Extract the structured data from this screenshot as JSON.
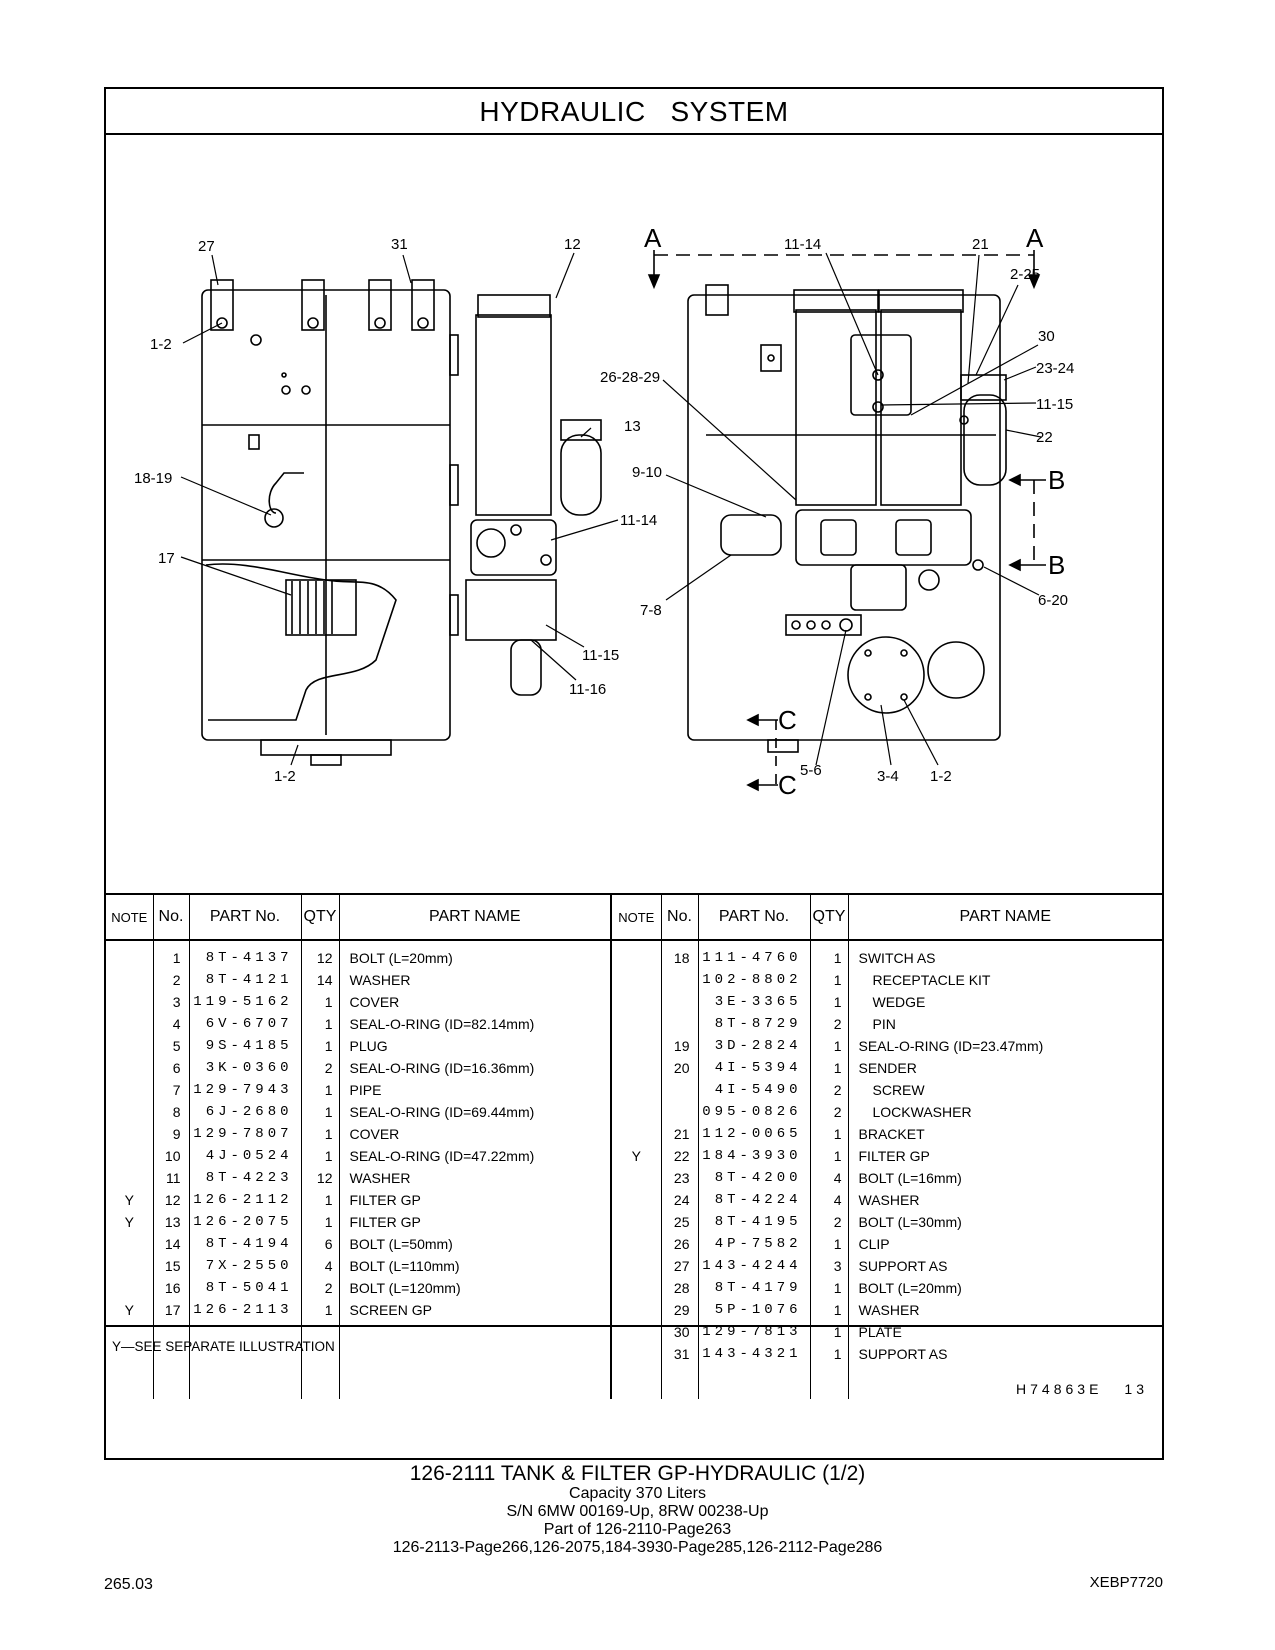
{
  "title": "HYDRAULIC   SYSTEM",
  "illustration": {
    "callouts": [
      "27",
      "31",
      "12",
      "1-2",
      "13",
      "18-19",
      "11-14",
      "17",
      "11-15",
      "11-16",
      "1-2",
      "11-14",
      "21",
      "2-25",
      "30",
      "23-24",
      "11-15",
      "26-28-29",
      "22",
      "9-10",
      "6-20",
      "7-8",
      "5-6",
      "3-4",
      "1-2"
    ],
    "section_letters": [
      "A",
      "A",
      "B",
      "B",
      "C",
      "C"
    ]
  },
  "table": {
    "headers": {
      "note": "NOTE",
      "no": "No.",
      "part_no": "PART No.",
      "qty": "QTY",
      "part_name": "PART NAME"
    },
    "left": [
      {
        "note": "",
        "no": "1",
        "part_no": "8T-4137",
        "qty": "12",
        "name": "BOLT (L=20mm)",
        "indent": false
      },
      {
        "note": "",
        "no": "2",
        "part_no": "8T-4121",
        "qty": "14",
        "name": "WASHER",
        "indent": false
      },
      {
        "note": "",
        "no": "3",
        "part_no": "119-5162",
        "qty": "1",
        "name": "COVER",
        "indent": false
      },
      {
        "note": "",
        "no": "4",
        "part_no": "6V-6707",
        "qty": "1",
        "name": "SEAL-O-RING (ID=82.14mm)",
        "indent": false
      },
      {
        "note": "",
        "no": "5",
        "part_no": "9S-4185",
        "qty": "1",
        "name": "PLUG",
        "indent": false
      },
      {
        "note": "",
        "no": "6",
        "part_no": "3K-0360",
        "qty": "2",
        "name": "SEAL-O-RING (ID=16.36mm)",
        "indent": false
      },
      {
        "note": "",
        "no": "7",
        "part_no": "129-7943",
        "qty": "1",
        "name": "PIPE",
        "indent": false
      },
      {
        "note": "",
        "no": "8",
        "part_no": "6J-2680",
        "qty": "1",
        "name": "SEAL-O-RING (ID=69.44mm)",
        "indent": false
      },
      {
        "note": "",
        "no": "9",
        "part_no": "129-7807",
        "qty": "1",
        "name": "COVER",
        "indent": false
      },
      {
        "note": "",
        "no": "10",
        "part_no": "4J-0524",
        "qty": "1",
        "name": "SEAL-O-RING (ID=47.22mm)",
        "indent": false
      },
      {
        "note": "",
        "no": "11",
        "part_no": "8T-4223",
        "qty": "12",
        "name": "WASHER",
        "indent": false
      },
      {
        "note": "Y",
        "no": "12",
        "part_no": "126-2112",
        "qty": "1",
        "name": "FILTER  GP",
        "indent": false
      },
      {
        "note": "Y",
        "no": "13",
        "part_no": "126-2075",
        "qty": "1",
        "name": "FILTER  GP",
        "indent": false
      },
      {
        "note": "",
        "no": "14",
        "part_no": "8T-4194",
        "qty": "6",
        "name": "BOLT (L=50mm)",
        "indent": false
      },
      {
        "note": "",
        "no": "15",
        "part_no": "7X-2550",
        "qty": "4",
        "name": "BOLT (L=110mm)",
        "indent": false
      },
      {
        "note": "",
        "no": "16",
        "part_no": "8T-5041",
        "qty": "2",
        "name": "BOLT (L=120mm)",
        "indent": false
      },
      {
        "note": "Y",
        "no": "17",
        "part_no": "126-2113",
        "qty": "1",
        "name": "SCREEN  GP",
        "indent": false
      },
      {
        "note": "",
        "no": "",
        "part_no": "",
        "qty": "",
        "name": "",
        "indent": false
      },
      {
        "note": "",
        "no": "",
        "part_no": "",
        "qty": "",
        "name": "",
        "indent": false
      }
    ],
    "right": [
      {
        "note": "",
        "no": "18",
        "part_no": "111-4760",
        "qty": "1",
        "name": "SWITCH  AS",
        "indent": false
      },
      {
        "note": "",
        "no": "",
        "part_no": "102-8802",
        "qty": "1",
        "name": "RECEPTACLE  KIT",
        "indent": true
      },
      {
        "note": "",
        "no": "",
        "part_no": "3E-3365",
        "qty": "1",
        "name": "WEDGE",
        "indent": true
      },
      {
        "note": "",
        "no": "",
        "part_no": "8T-8729",
        "qty": "2",
        "name": "PIN",
        "indent": true
      },
      {
        "note": "",
        "no": "19",
        "part_no": "3D-2824",
        "qty": "1",
        "name": "SEAL-O-RING (ID=23.47mm)",
        "indent": false
      },
      {
        "note": "",
        "no": "20",
        "part_no": "4I-5394",
        "qty": "1",
        "name": "SENDER",
        "indent": false
      },
      {
        "note": "",
        "no": "",
        "part_no": "4I-5490",
        "qty": "2",
        "name": "SCREW",
        "indent": true
      },
      {
        "note": "",
        "no": "",
        "part_no": "095-0826",
        "qty": "2",
        "name": "LOCKWASHER",
        "indent": true
      },
      {
        "note": "",
        "no": "21",
        "part_no": "112-0065",
        "qty": "1",
        "name": "BRACKET",
        "indent": false
      },
      {
        "note": "Y",
        "no": "22",
        "part_no": "184-3930",
        "qty": "1",
        "name": "FILTER  GP",
        "indent": false
      },
      {
        "note": "",
        "no": "23",
        "part_no": "8T-4200",
        "qty": "4",
        "name": "BOLT (L=16mm)",
        "indent": false
      },
      {
        "note": "",
        "no": "24",
        "part_no": "8T-4224",
        "qty": "4",
        "name": "WASHER",
        "indent": false
      },
      {
        "note": "",
        "no": "25",
        "part_no": "8T-4195",
        "qty": "2",
        "name": "BOLT (L=30mm)",
        "indent": false
      },
      {
        "note": "",
        "no": "26",
        "part_no": "4P-7582",
        "qty": "1",
        "name": "CLIP",
        "indent": false
      },
      {
        "note": "",
        "no": "27",
        "part_no": "143-4244",
        "qty": "3",
        "name": "SUPPORT  AS",
        "indent": false
      },
      {
        "note": "",
        "no": "28",
        "part_no": "8T-4179",
        "qty": "1",
        "name": "BOLT (L=20mm)",
        "indent": false
      },
      {
        "note": "",
        "no": "29",
        "part_no": "5P-1076",
        "qty": "1",
        "name": "WASHER",
        "indent": false
      },
      {
        "note": "",
        "no": "30",
        "part_no": "129-7813",
        "qty": "1",
        "name": "PLATE",
        "indent": false
      },
      {
        "note": "",
        "no": "31",
        "part_no": "143-4321",
        "qty": "1",
        "name": "SUPPORT  AS",
        "indent": false
      }
    ]
  },
  "legend": "Y—SEE  SEPARATE  ILLUSTRATION",
  "illustration_ref": "H74863E",
  "illustration_page": "13",
  "caption": {
    "line1": "126-2111   TANK  &  FILTER  GP-HYDRAULIC (1/2)",
    "line2": "Capacity  370  Liters",
    "line3": "S/N 6MW 00169-Up, 8RW 00238-Up",
    "line4": "Part of 126-2110-Page263",
    "line5": "126-2113-Page266,126-2075,184-3930-Page285,126-2112-Page286"
  },
  "page_number": "265.03",
  "doc_code": "XEBP7720"
}
